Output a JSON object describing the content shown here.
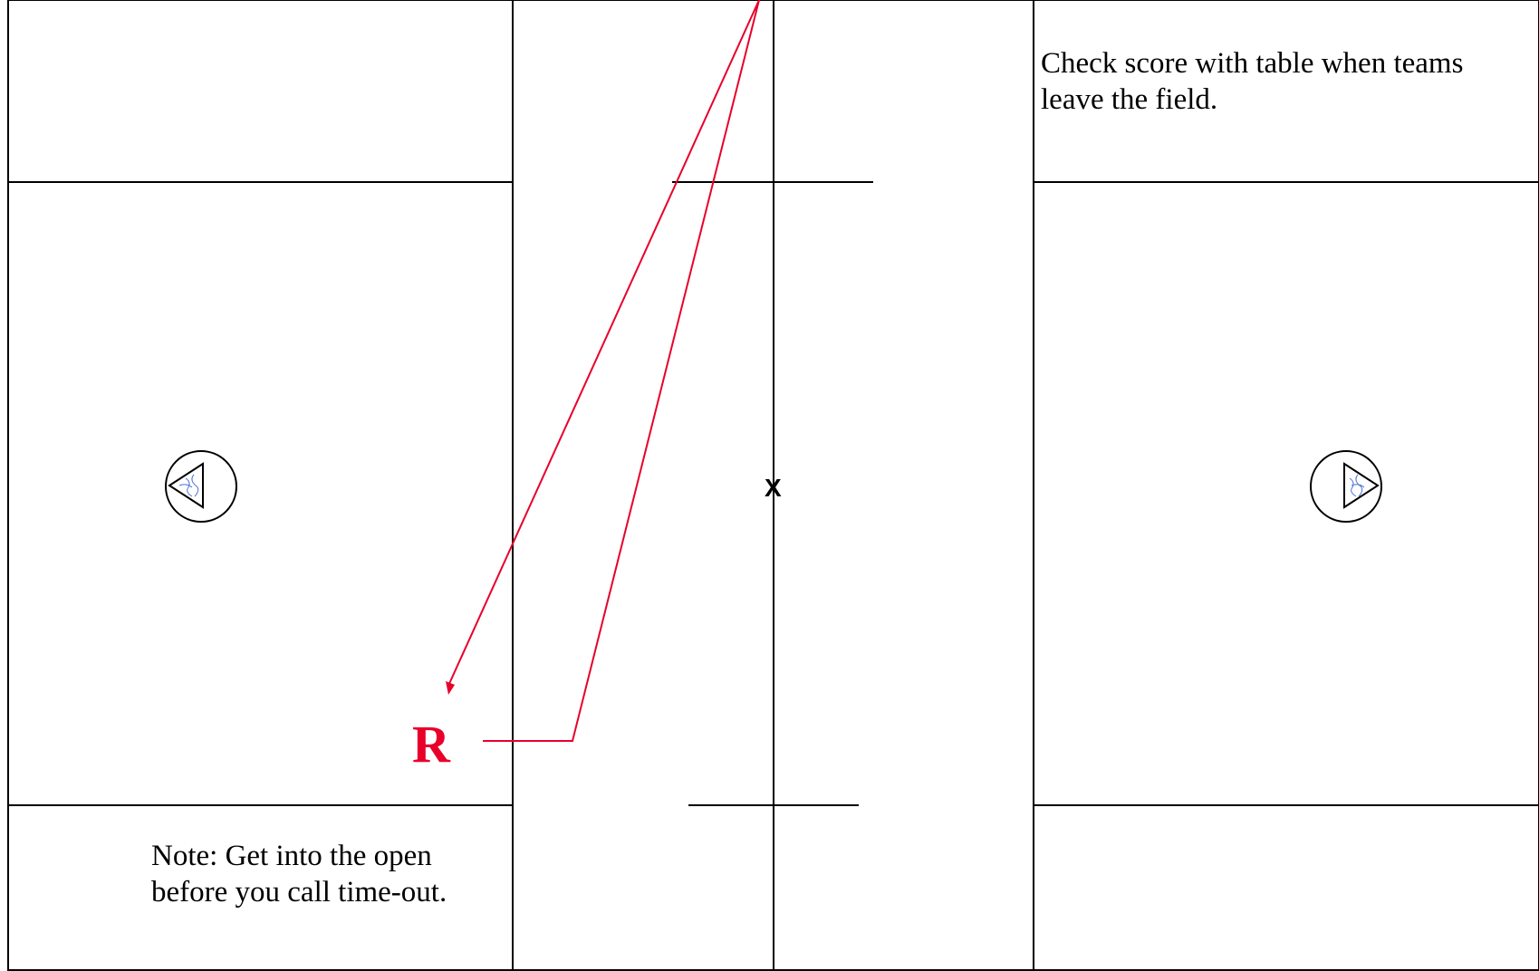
{
  "notes": {
    "top_right": [
      "Check score with table when teams",
      "leave the field."
    ],
    "bottom_left": [
      "Note: Get into the open",
      "before you call time-out."
    ]
  },
  "markers": {
    "center": "X",
    "referee": "R"
  },
  "icons": {
    "left_goal": "triangle-left-icon",
    "right_goal": "triangle-right-icon"
  },
  "colors": {
    "lines": "#000000",
    "referee_path": "#e8002a",
    "goal_detail": "#4a6fd8"
  }
}
